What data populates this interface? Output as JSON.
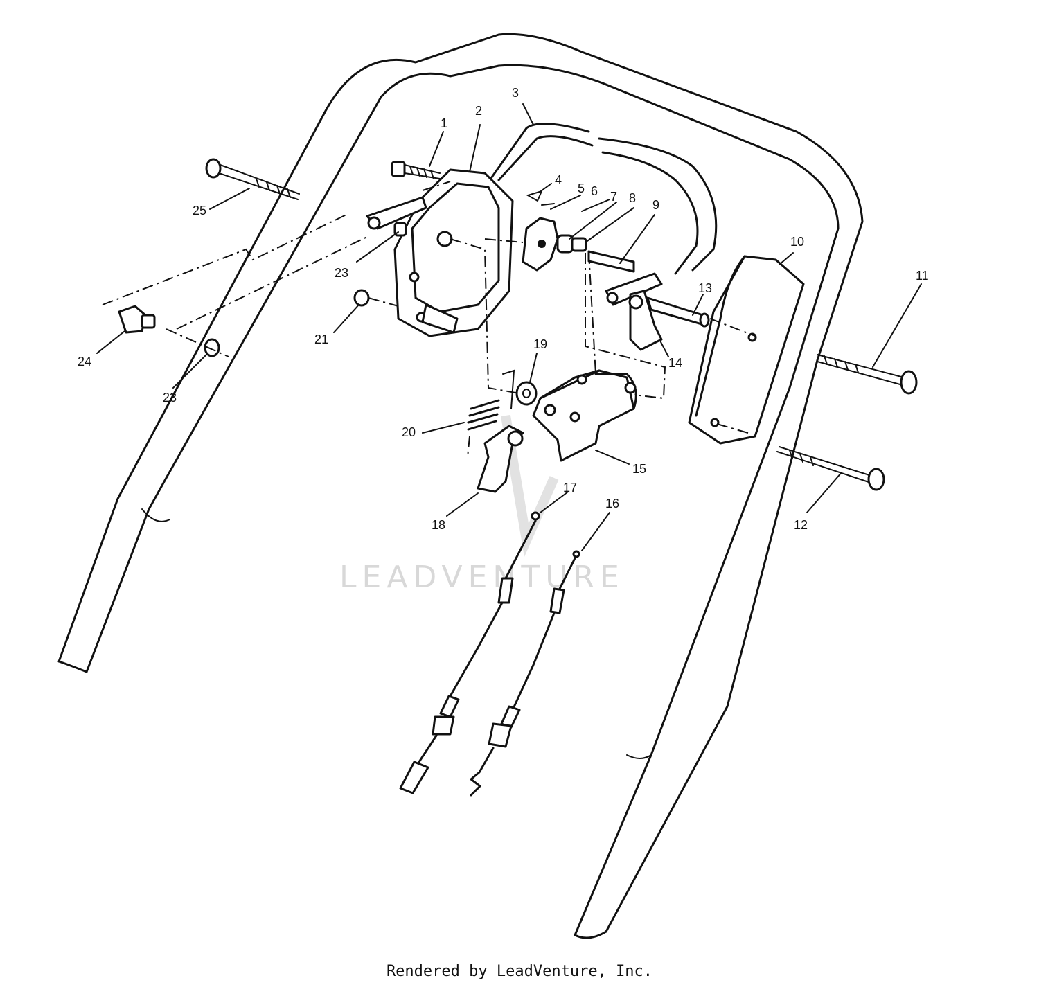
{
  "watermark": "LEADVENTURE",
  "footer": "Rendered by LeadVenture, Inc.",
  "callouts": [
    {
      "id": "c1",
      "label": "1"
    },
    {
      "id": "c2",
      "label": "2"
    },
    {
      "id": "c3",
      "label": "3"
    },
    {
      "id": "c4",
      "label": "4"
    },
    {
      "id": "c5",
      "label": "5"
    },
    {
      "id": "c6",
      "label": "6"
    },
    {
      "id": "c7",
      "label": "7"
    },
    {
      "id": "c8",
      "label": "8"
    },
    {
      "id": "c9",
      "label": "9"
    },
    {
      "id": "c10",
      "label": "10"
    },
    {
      "id": "c11",
      "label": "11"
    },
    {
      "id": "c12",
      "label": "12"
    },
    {
      "id": "c13",
      "label": "13"
    },
    {
      "id": "c14",
      "label": "14"
    },
    {
      "id": "c15",
      "label": "15"
    },
    {
      "id": "c16",
      "label": "16"
    },
    {
      "id": "c17",
      "label": "17"
    },
    {
      "id": "c18",
      "label": "18"
    },
    {
      "id": "c19",
      "label": "19"
    },
    {
      "id": "c20",
      "label": "20"
    },
    {
      "id": "c21",
      "label": "21"
    },
    {
      "id": "c23a",
      "label": "23"
    },
    {
      "id": "c23b",
      "label": "23"
    },
    {
      "id": "c24",
      "label": "24"
    },
    {
      "id": "c25",
      "label": "25"
    }
  ]
}
